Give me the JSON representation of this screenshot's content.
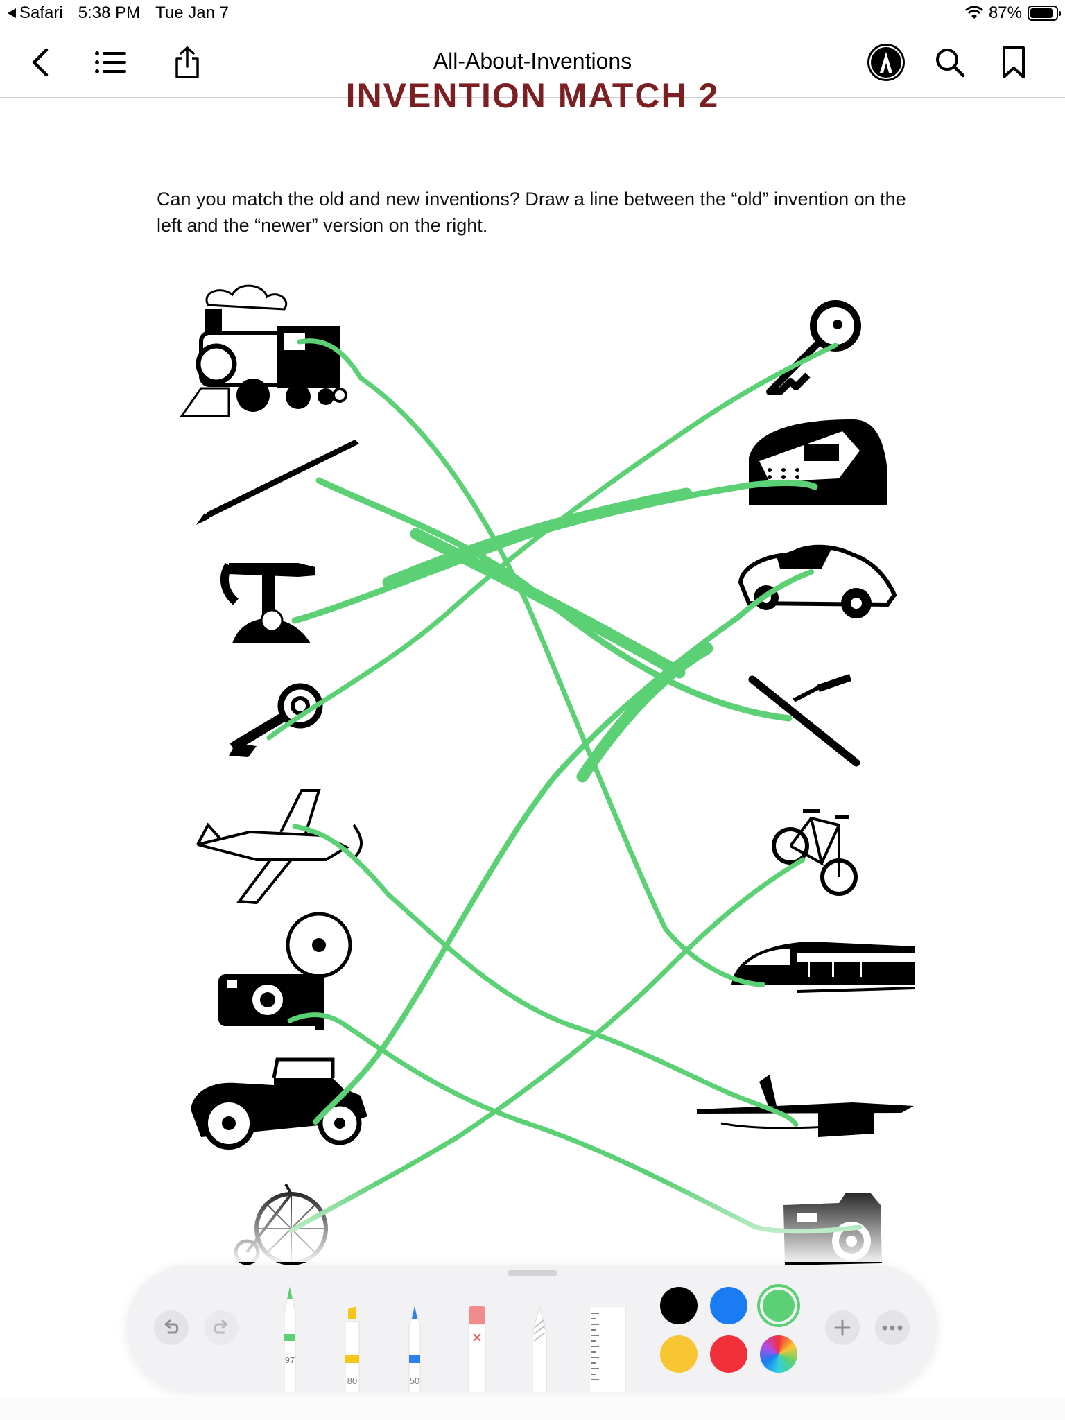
{
  "status_bar": {
    "back_app": "Safari",
    "time": "5:38 PM",
    "date": "Tue Jan 7",
    "battery": "87%"
  },
  "nav": {
    "title": "All-About-Inventions",
    "icons": [
      "chevron-left-icon",
      "list-icon",
      "share-icon",
      "markup-pen-icon",
      "search-icon",
      "bookmark-icon"
    ]
  },
  "page": {
    "heading": "INVENTION MATCH 2",
    "instructions": "Can you match the old and new inventions? Draw a line between the “old” invention on the left and the “newer” version on the right.",
    "left_items": [
      "steam-locomotive",
      "quill-pen",
      "candlestick-telephone",
      "skeleton-key",
      "biplane",
      "flash-camera",
      "vintage-car",
      "penny-farthing-bicycle"
    ],
    "right_items": [
      "modern-key",
      "desk-phone",
      "sports-car",
      "modern-pen",
      "road-bicycle",
      "bullet-train",
      "seaplane",
      "modern-camera"
    ],
    "ink_color": "#5bd075"
  },
  "toolbar": {
    "tools": [
      {
        "name": "pen",
        "label": "97",
        "color": "#5bd075"
      },
      {
        "name": "marker",
        "label": "80",
        "color": "#f5c518"
      },
      {
        "name": "pencil",
        "label": "50",
        "color": "#2f80ed"
      },
      {
        "name": "eraser",
        "label": ""
      },
      {
        "name": "lasso",
        "label": ""
      },
      {
        "name": "ruler",
        "label": ""
      }
    ],
    "colors": [
      "#000000",
      "#1a7cf2",
      "#5bd075",
      "#f8c632",
      "#f2303a"
    ],
    "selected_color": "#5bd075"
  }
}
